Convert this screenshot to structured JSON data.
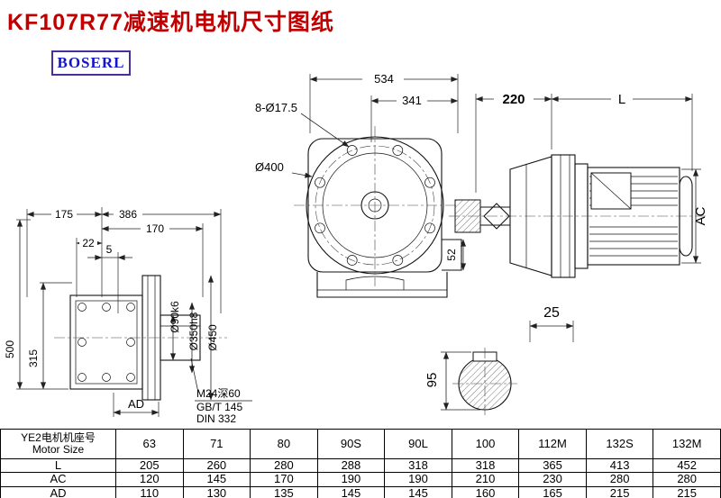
{
  "colors": {
    "title_red": "#c00000",
    "logo_blue": "#1414cc",
    "logo_border_purple": "#4b2e9a",
    "line_black": "#111111"
  },
  "header": {
    "title": "KF107R77减速机电机尺寸图纸",
    "logo": "BOSERL"
  },
  "front_view": {
    "dim_total_width": "534",
    "dim_partial_width": "341",
    "bolt_holes": "8-Ø17.5",
    "flange_dia": "Ø400",
    "dim_52": "52"
  },
  "motor_view": {
    "dim_220": "220",
    "dim_l": "L",
    "dim_ac": "AC"
  },
  "side_view": {
    "dim_175": "175",
    "dim_386": "386",
    "dim_170": "170",
    "dim_22": "22",
    "dim_5": "5",
    "dim_500": "500",
    "dim_315": "315",
    "shaft_dia": "Ø90k6",
    "spigot_dia": "Ø350h8",
    "flange_dia": "Ø450",
    "dim_ad": "AD",
    "tap_line1": "M24深60",
    "tap_line2": "GB/T 145",
    "tap_line3": "DIN 332"
  },
  "section_view": {
    "key_width": "25",
    "shaft_height": "95"
  },
  "table": {
    "size_label_cn": "YE2电机机座号",
    "size_label_en": "Motor Size",
    "sizes": [
      "63",
      "71",
      "80",
      "90S",
      "90L",
      "100",
      "112M",
      "132S",
      "132M"
    ],
    "rows": [
      {
        "label": "L",
        "values": [
          "205",
          "260",
          "280",
          "288",
          "318",
          "318",
          "365",
          "413",
          "452"
        ]
      },
      {
        "label": "AC",
        "values": [
          "120",
          "145",
          "170",
          "190",
          "190",
          "210",
          "230",
          "280",
          "280"
        ]
      },
      {
        "label": "AD",
        "values": [
          "110",
          "130",
          "135",
          "145",
          "145",
          "160",
          "165",
          "215",
          "215"
        ]
      }
    ]
  }
}
